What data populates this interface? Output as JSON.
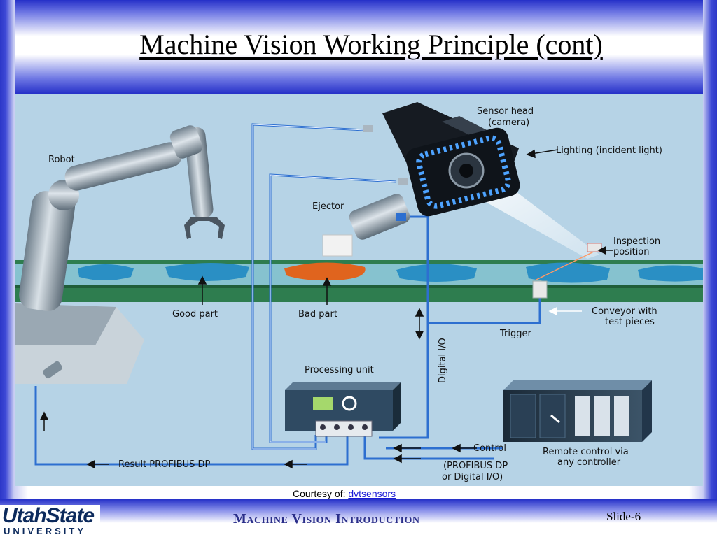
{
  "slide": {
    "title": "Machine Vision Working Principle (cont)",
    "courtesy_prefix": "Courtesy of:",
    "courtesy_link": "dvtsensors",
    "footer_title": "Machine Vision Introduction",
    "slide_number": "Slide-6",
    "logo_top": "UtahState",
    "logo_bottom": "UNIVERSITY"
  },
  "diagram": {
    "labels": {
      "robot": "Robot",
      "sensor_head_1": "Sensor head",
      "sensor_head_2": "(camera)",
      "lighting": "Lighting (incident light)",
      "ejector": "Ejector",
      "inspection_1": "Inspection",
      "inspection_2": "position",
      "good_part": "Good part",
      "bad_part": "Bad part",
      "conveyor_1": "Conveyor with",
      "conveyor_2": "test pieces",
      "trigger": "Trigger",
      "digital_io": "Digital I/O",
      "processing_unit": "Processing unit",
      "control": "Control",
      "remote_1": "Remote control via",
      "remote_2": "any controller",
      "profibus_1": "(PROFIBUS DP",
      "profibus_2": "or Digital I/O)",
      "result": "Result PROFIBUS DP"
    }
  },
  "colors": {
    "diagram_bg": "#b6d3e6",
    "wire": "#2d6fd0",
    "conveyor_green": "#2e7d4f",
    "bad_part": "#e0641e",
    "good_part": "#2a8fc4",
    "light_ring": "#4da3ff"
  }
}
